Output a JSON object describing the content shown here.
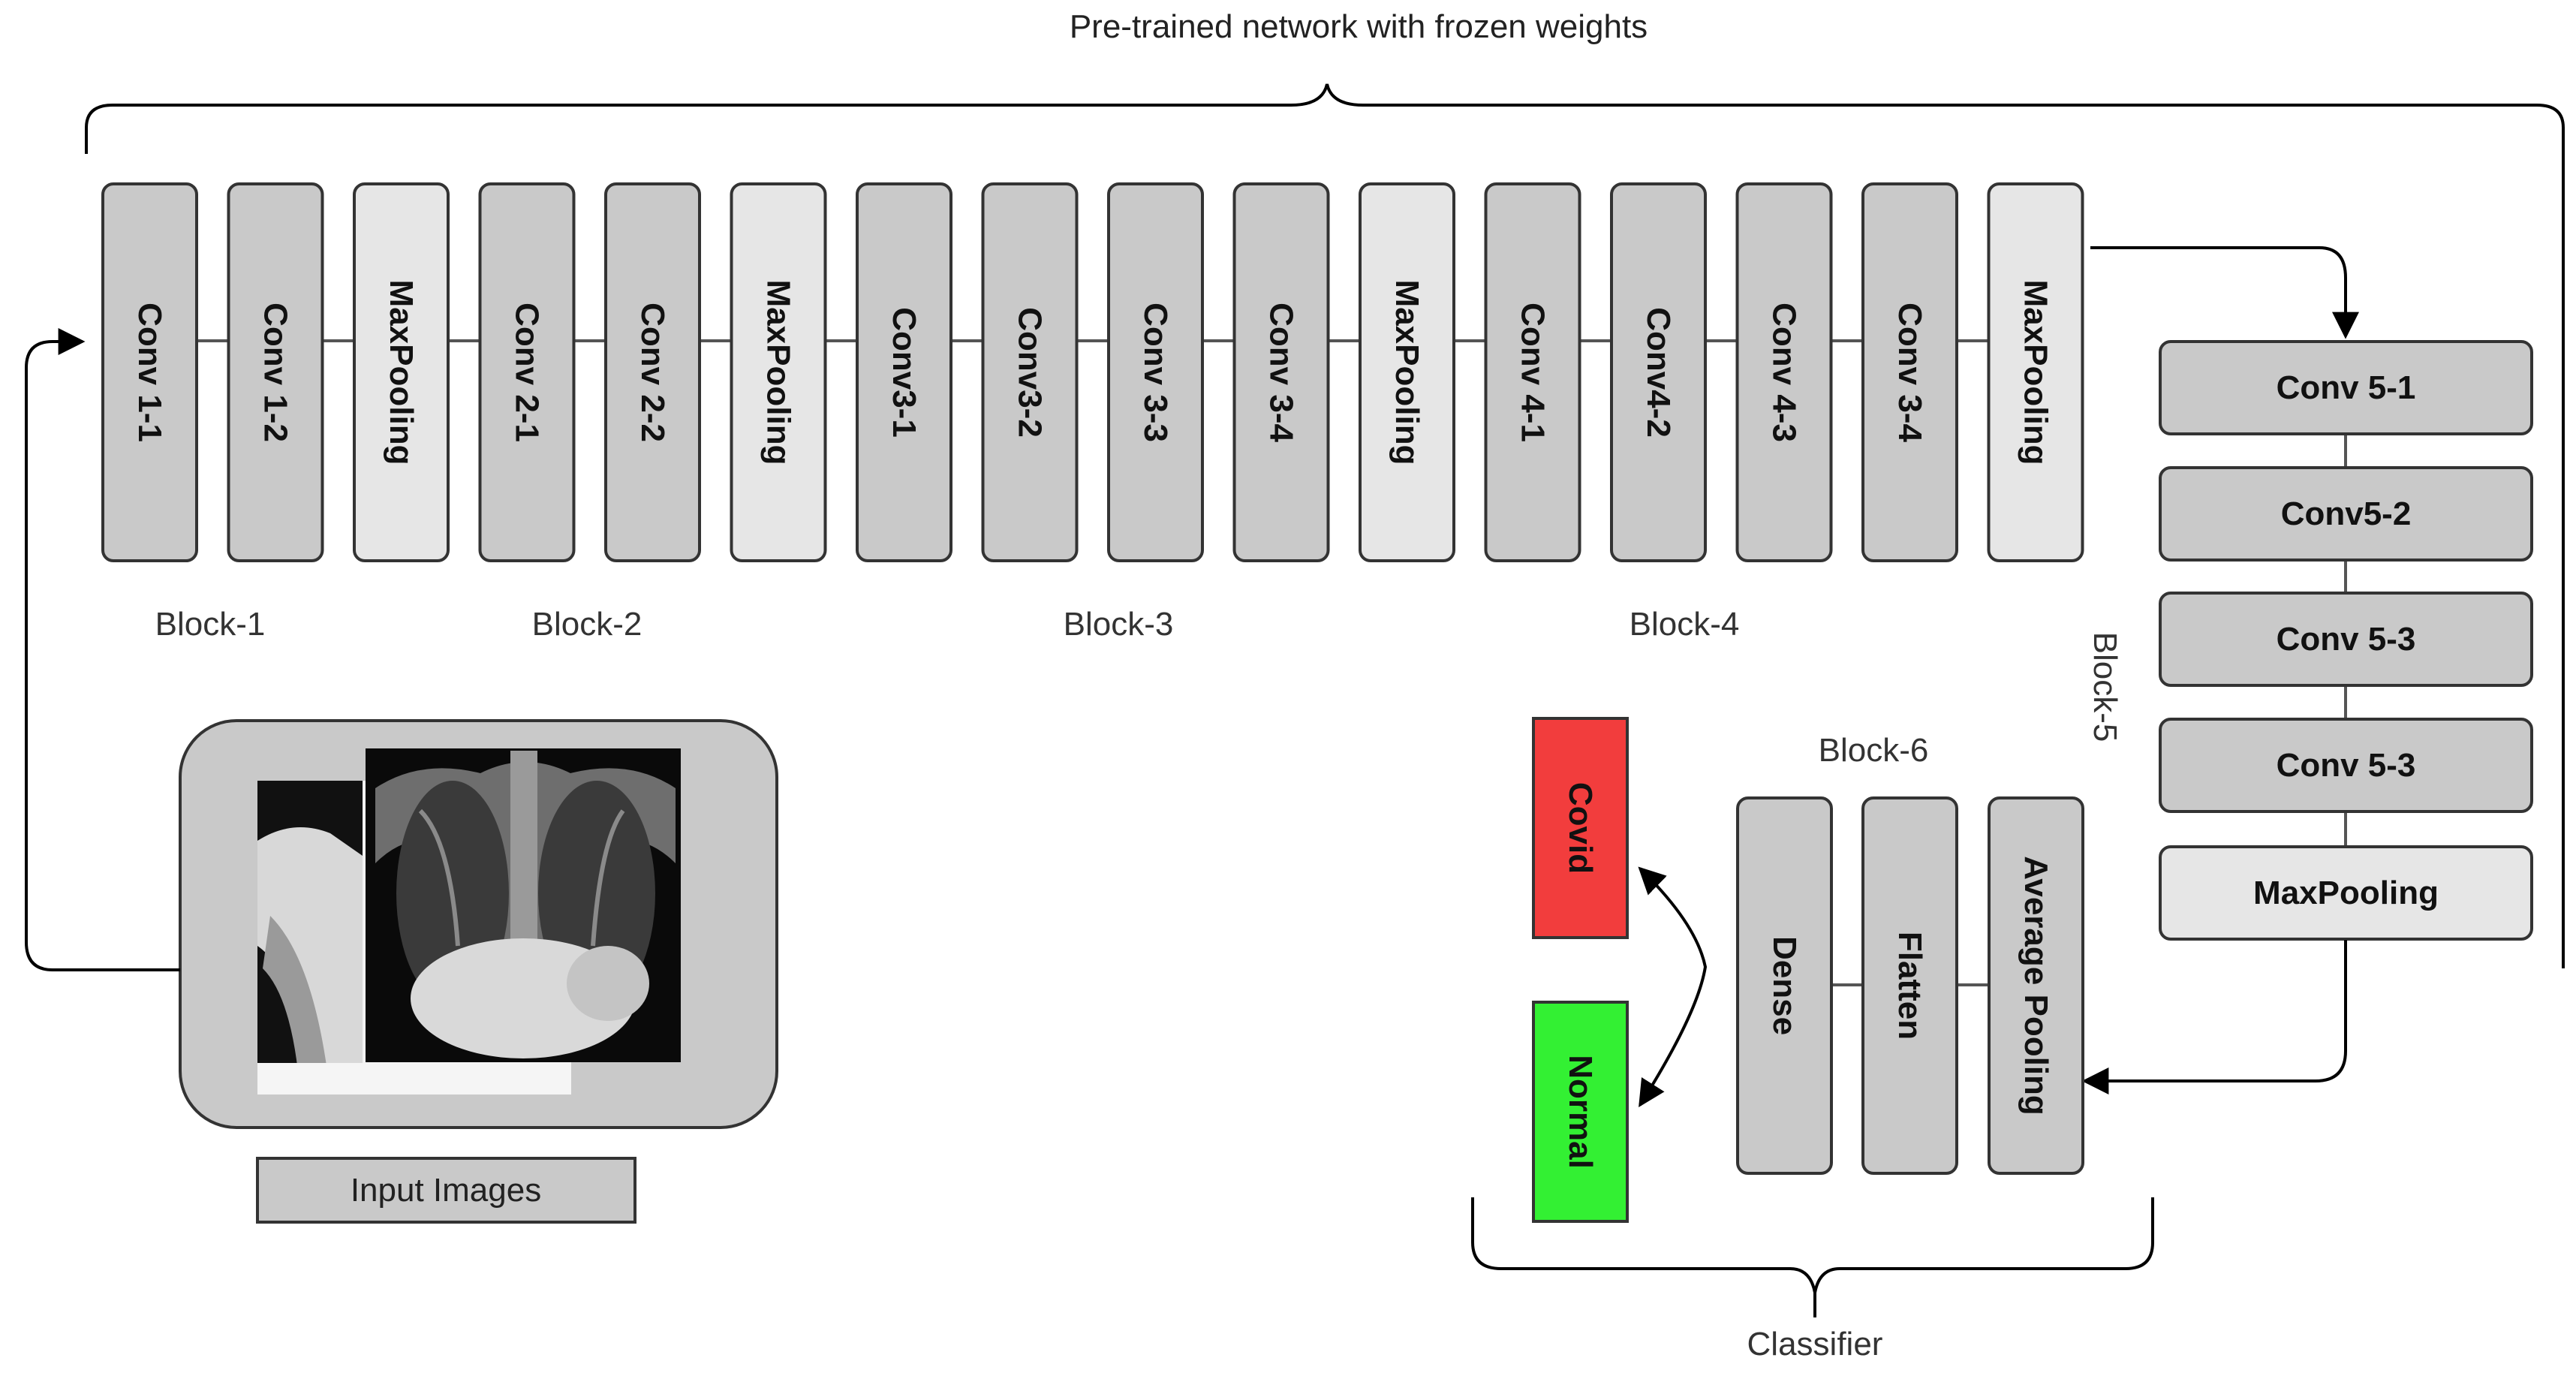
{
  "title": "Pre-trained network with frozen weights",
  "layers": [
    {
      "label": "Conv 1-1",
      "kind": "conv"
    },
    {
      "label": "Conv 1-2",
      "kind": "conv"
    },
    {
      "label": "MaxPooling",
      "kind": "pool"
    },
    {
      "label": "Conv 2-1",
      "kind": "conv"
    },
    {
      "label": "Conv 2-2",
      "kind": "conv"
    },
    {
      "label": "MaxPooling",
      "kind": "pool"
    },
    {
      "label": "Conv3-1",
      "kind": "conv"
    },
    {
      "label": "Conv3-2",
      "kind": "conv"
    },
    {
      "label": "Conv 3-3",
      "kind": "conv"
    },
    {
      "label": "Conv 3-4",
      "kind": "conv"
    },
    {
      "label": "MaxPooling",
      "kind": "pool"
    },
    {
      "label": "Conv 4-1",
      "kind": "conv"
    },
    {
      "label": "Conv4-2",
      "kind": "conv"
    },
    {
      "label": "Conv 4-3",
      "kind": "conv"
    },
    {
      "label": "Conv 3-4",
      "kind": "conv"
    },
    {
      "label": "MaxPooling",
      "kind": "pool"
    }
  ],
  "block_labels": [
    "Block-1",
    "Block-2",
    "Block-3",
    "Block-4"
  ],
  "block5": {
    "label": "Block-5",
    "layers": [
      {
        "label": "Conv 5-1",
        "kind": "conv"
      },
      {
        "label": "Conv5-2",
        "kind": "conv"
      },
      {
        "label": "Conv 5-3",
        "kind": "conv"
      },
      {
        "label": "Conv 5-3",
        "kind": "conv"
      },
      {
        "label": "MaxPooling",
        "kind": "pool"
      }
    ]
  },
  "block6": {
    "label": "Block-6",
    "layers": [
      {
        "label": "Dense",
        "kind": "conv"
      },
      {
        "label": "Flatten",
        "kind": "conv"
      },
      {
        "label": "Average Pooling",
        "kind": "conv"
      }
    ]
  },
  "outputs": [
    {
      "label": "Covid",
      "color": "#f23d3d"
    },
    {
      "label": "Normal",
      "color": "#33f033"
    }
  ],
  "classifier_label": "Classifier",
  "input_label": "Input Images",
  "colors": {
    "conv_fill": "#c9c9c9",
    "pool_fill": "#e6e6e6",
    "stroke": "#333333",
    "line": "#000000",
    "connector": "#555555"
  }
}
